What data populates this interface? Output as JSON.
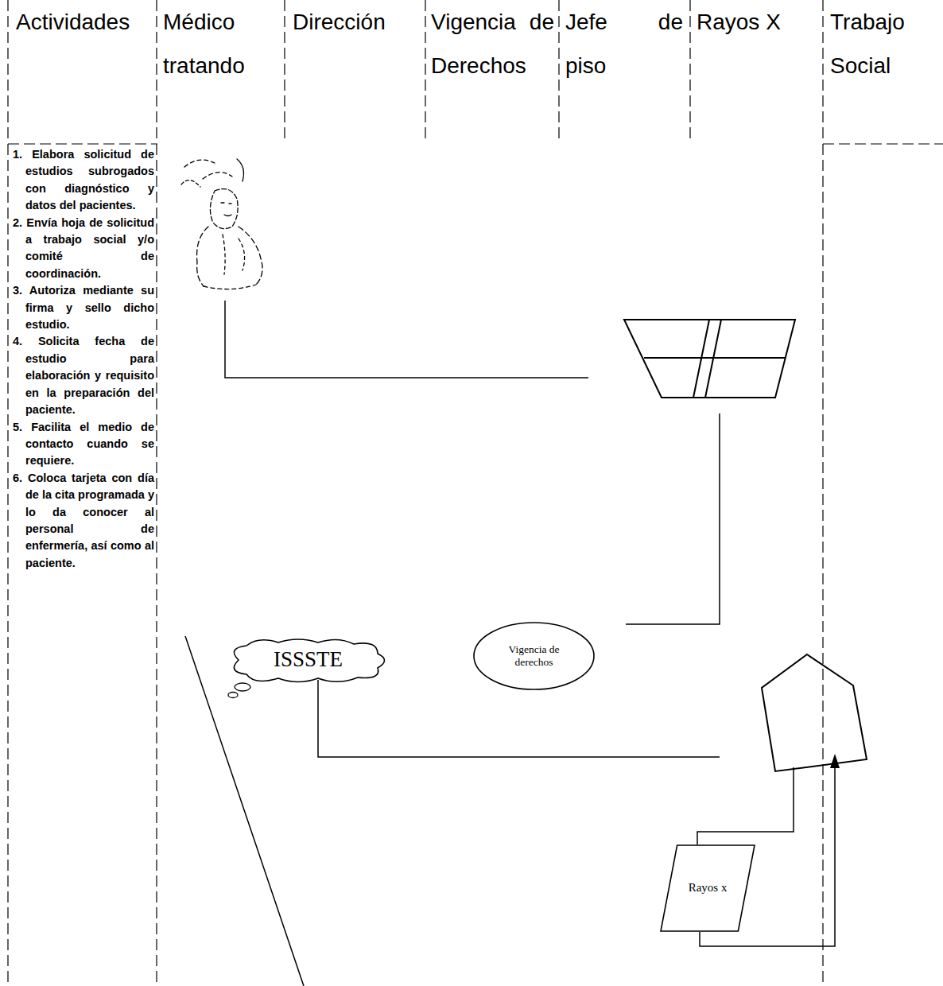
{
  "diagram": {
    "nodes": [
      {
        "text": [
          "ISSSTE"
        ]
      },
      {
        "text": [
          "Vigencia de derechos"
        ]
      },
      {
        "text": [
          "Rayos x"
        ]
      }
    ],
    "labels": [
      "Actividades",
      "Médico tratando",
      "Dirección",
      "Vigencia de Derechos",
      "Jefe de piso",
      "Rayos X",
      "Trabajo Social",
      "1. Elabora solicitud de estudios subrogados con diagnóstico y datos del pacientes.",
      "2. Envía hoja de solicitud a trabajo social y/o comité de coordinación.",
      "3. Autoriza mediante su firma y sello dicho estudio.",
      "4. Solicita fecha de estudio para elaboración y requisito en la preparación del paciente.",
      "5. Facilita el medio de contacto cuando se requiere.",
      "6. Coloca tarjeta con día de la cita programada y lo da conocer al personal de enfermería, así como al paciente."
    ]
  }
}
